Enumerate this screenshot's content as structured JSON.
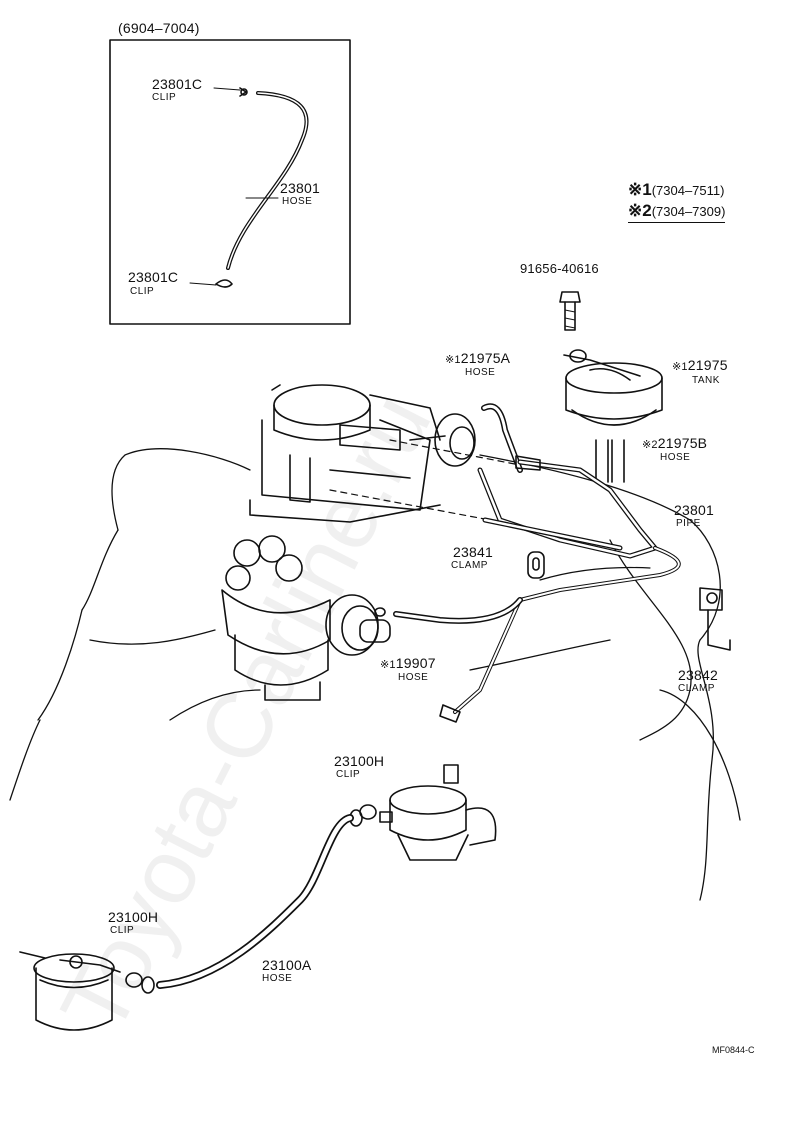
{
  "inset": {
    "range": "(6904–7004)",
    "parts": [
      {
        "num": "23801C",
        "name": "CLIP"
      },
      {
        "num": "23801",
        "name": "HOSE"
      },
      {
        "num": "23801C",
        "name": "CLIP"
      }
    ]
  },
  "notes": [
    {
      "mark": "※1",
      "range": "(7304–7511)"
    },
    {
      "mark": "※2",
      "range": "(7304–7309)"
    }
  ],
  "parts": {
    "bolt": {
      "num": "91656-40616",
      "name": ""
    },
    "hose_21975a": {
      "num": "21975A",
      "mark": "※1",
      "name": "HOSE"
    },
    "tank_21975": {
      "num": "21975",
      "mark": "※1",
      "name": "TANK"
    },
    "hose_21975b": {
      "num": "21975B",
      "mark": "※2",
      "name": "HOSE"
    },
    "pipe_23801": {
      "num": "23801",
      "name": "PIPE"
    },
    "clamp_23841": {
      "num": "23841",
      "name": "CLAMP"
    },
    "hose_19907": {
      "num": "19907",
      "mark": "※1",
      "name": "HOSE"
    },
    "clamp_23842": {
      "num": "23842",
      "name": "CLAMP"
    },
    "clip_23100h_top": {
      "num": "23100H",
      "name": "CLIP"
    },
    "clip_23100h_bottom": {
      "num": "23100H",
      "name": "CLIP"
    },
    "hose_23100a": {
      "num": "23100A",
      "name": "HOSE"
    }
  },
  "figure_code": "MF0844-C",
  "watermark": "Toyota-Carline.ru"
}
